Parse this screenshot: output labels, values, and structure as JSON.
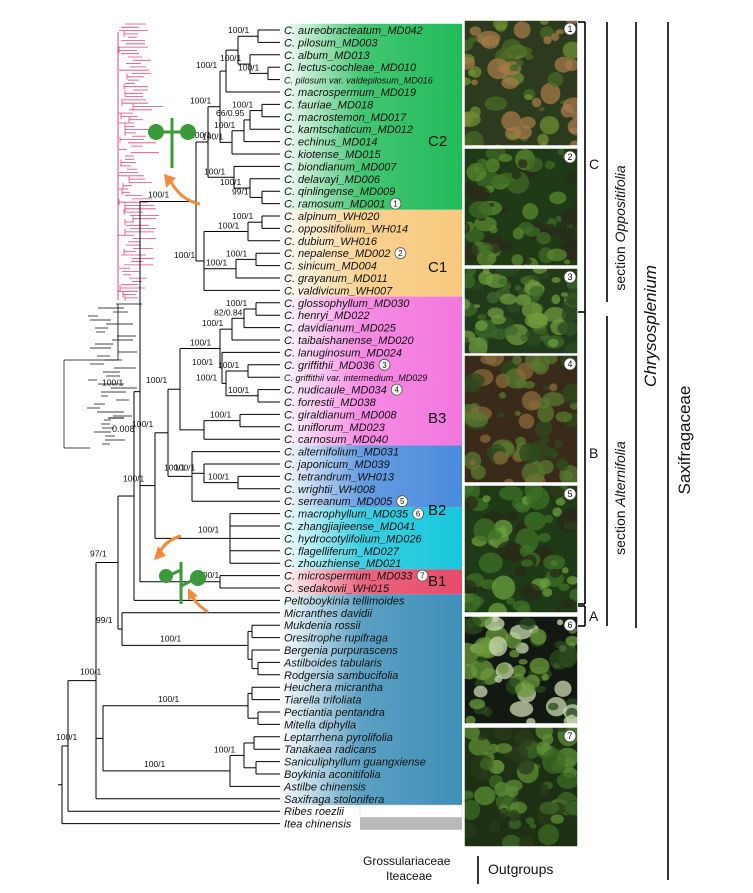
{
  "colors": {
    "C2": "#22bb5a",
    "C1": "#f7c97e",
    "B3": "#f277de",
    "B2": "#4a8bdc",
    "B1": "#18c7dc",
    "A": "#e84a6a",
    "outgroup": "#3f8fb8",
    "iteaceae": "#b9b9b9",
    "arrow": "#f28a3a",
    "plant": "#3a9a3a",
    "mini_pink": "#e0467c"
  },
  "taxa": [
    {
      "name": "C. aureobracteatum_MD042",
      "circle": ""
    },
    {
      "name": "C. pilosum_MD003",
      "circle": ""
    },
    {
      "name": "C. album_MD013",
      "circle": ""
    },
    {
      "name": "C. lectus-cochleae_MD010",
      "circle": ""
    },
    {
      "name": "C. pilosum var. valdepilosum_MD016",
      "circle": "",
      "small": true
    },
    {
      "name": "C. macrospermum_MD019",
      "circle": ""
    },
    {
      "name": "C. fauriae_MD018",
      "circle": ""
    },
    {
      "name": "C. macrostemon_MD017",
      "circle": ""
    },
    {
      "name": "C. kamtschaticum_MD012",
      "circle": ""
    },
    {
      "name": "C. echinus_MD014",
      "circle": ""
    },
    {
      "name": "C. kiotense_MD015",
      "circle": ""
    },
    {
      "name": "C. biondianum_MD007",
      "circle": ""
    },
    {
      "name": "C. delavayi_MD006",
      "circle": ""
    },
    {
      "name": "C. qinlingense_MD009",
      "circle": ""
    },
    {
      "name": "C. ramosum_MD001",
      "circle": "1"
    },
    {
      "name": "C. alpinum_WH020",
      "circle": ""
    },
    {
      "name": "C. oppositifolium_WH014",
      "circle": ""
    },
    {
      "name": "C. dubium_WH016",
      "circle": ""
    },
    {
      "name": "C. nepalense_MD002",
      "circle": "2"
    },
    {
      "name": "C. sinicum_MD004",
      "circle": ""
    },
    {
      "name": "C. grayanum_MD011",
      "circle": ""
    },
    {
      "name": "C. valdivicum_WH007",
      "circle": ""
    },
    {
      "name": "C. glossophyllum_MD030",
      "circle": ""
    },
    {
      "name": "C. henryi_MD022",
      "circle": ""
    },
    {
      "name": "C. davidianum_MD025",
      "circle": ""
    },
    {
      "name": "C. taibaishanense_MD020",
      "circle": ""
    },
    {
      "name": "C. lanuginosum_MD024",
      "circle": ""
    },
    {
      "name": "C. griffithii_MD036",
      "circle": "3"
    },
    {
      "name": "C. griffithii var. intermedium_MD029",
      "circle": "",
      "small": true
    },
    {
      "name": "C. nudicaule_MD034",
      "circle": "4"
    },
    {
      "name": "C. forrestii_MD038",
      "circle": ""
    },
    {
      "name": "C. giraldianum_MD008",
      "circle": ""
    },
    {
      "name": "C. uniflorum_MD023",
      "circle": ""
    },
    {
      "name": "C. carnosum_MD040",
      "circle": ""
    },
    {
      "name": "C. alternifolium_MD031",
      "circle": ""
    },
    {
      "name": "C. japonicum_MD039",
      "circle": ""
    },
    {
      "name": "C. tetrandrum_WH013",
      "circle": ""
    },
    {
      "name": "C. wrightii_WH008",
      "circle": ""
    },
    {
      "name": "C. serreanum_MD005",
      "circle": "5"
    },
    {
      "name": "C. macrophyllum_MD035",
      "circle": "6"
    },
    {
      "name": "C. zhangjiajieense_MD041",
      "circle": ""
    },
    {
      "name": "C. hydrocotylifolium_MD026",
      "circle": ""
    },
    {
      "name": "C. flagelliferum_MD027",
      "circle": ""
    },
    {
      "name": "C. zhouzhiense_MD021",
      "circle": ""
    },
    {
      "name": "C. microspermum_MD033",
      "circle": "7"
    },
    {
      "name": "C. sedakowii_WH015",
      "circle": ""
    },
    {
      "name": "Peltoboykinia tellimoides",
      "circle": ""
    },
    {
      "name": "Micranthes davidii",
      "circle": ""
    },
    {
      "name": "Mukdenia rossii",
      "circle": ""
    },
    {
      "name": "Oresitrophe rupifraga",
      "circle": ""
    },
    {
      "name": "Bergenia purpurascens",
      "circle": ""
    },
    {
      "name": "Astilboides tabularis",
      "circle": ""
    },
    {
      "name": "Rodgersia sambucifolia",
      "circle": ""
    },
    {
      "name": "Heuchera micrantha",
      "circle": ""
    },
    {
      "name": "Tiarella trifoliata",
      "circle": ""
    },
    {
      "name": "Pectiantia pentandra",
      "circle": ""
    },
    {
      "name": "Mitella diphylla",
      "circle": ""
    },
    {
      "name": "Leptarrhena pyrolifolia",
      "circle": ""
    },
    {
      "name": "Tanakaea radicans",
      "circle": ""
    },
    {
      "name": "Saniculiphyllum guangxiense",
      "circle": ""
    },
    {
      "name": "Boykinia aconitifolia",
      "circle": ""
    },
    {
      "name": "Astilbe chinensis",
      "circle": ""
    },
    {
      "name": "Saxifraga stolonifera",
      "circle": ""
    },
    {
      "name": "Ribes roezlii",
      "circle": ""
    },
    {
      "name": "Itea chinensis",
      "circle": ""
    }
  ],
  "clade_labels": {
    "C2": "C2",
    "C1": "C1",
    "B3": "B3",
    "B2": "B2",
    "B1": "B1"
  },
  "families": {
    "grossulariaceae": "Grossulariaceae",
    "iteaceae": "Iteaceae"
  },
  "side_labels": {
    "C": "C",
    "B": "B",
    "A": "A",
    "oppositifolia_prefix": "section ",
    "oppositifolia": "Oppositifolia",
    "alternifolia_prefix": "section ",
    "alternifolia": "Alternifolia",
    "genus": "Chrysosplenium",
    "family": "Saxifragaceae",
    "outgroups": "Outgroups"
  },
  "scale_bar": "0.008",
  "photo_numbers": [
    "1",
    "2",
    "3",
    "4",
    "5",
    "6",
    "7"
  ],
  "support": [
    {
      "id": "n_aur_pil",
      "label": "100/1"
    },
    {
      "id": "n_pil_val",
      "label": "100/1"
    },
    {
      "id": "n_alb_val",
      "label": "100/1"
    },
    {
      "id": "n_alb_mac",
      "label": "100/1"
    },
    {
      "id": "n_fau_mac",
      "label": "100/1"
    },
    {
      "id": "n_fau_kam",
      "label": "66/0.95"
    },
    {
      "id": "n_fau_ech",
      "label": "100/1"
    },
    {
      "id": "n_fau_kio",
      "label": "100/1"
    },
    {
      "id": "n_sub1",
      "label": "100/1"
    },
    {
      "id": "n_qin_ram",
      "label": "99/1"
    },
    {
      "id": "n_del_ram",
      "label": "100/1"
    },
    {
      "id": "n_bio_ram",
      "label": "100/1"
    },
    {
      "id": "n_C2",
      "label": "100/1"
    },
    {
      "id": "n_alp_opp",
      "label": "100/1"
    },
    {
      "id": "n_alp_dub",
      "label": "100/1"
    },
    {
      "id": "n_nep_sin",
      "label": "100/1"
    },
    {
      "id": "n_nep_gra",
      "label": "100/1"
    },
    {
      "id": "n_C1",
      "label": "100/1"
    },
    {
      "id": "n_C",
      "label": "100/1"
    },
    {
      "id": "n_glo_hen",
      "label": "100/1"
    },
    {
      "id": "n_glo_dav",
      "label": "82/0.84"
    },
    {
      "id": "n_glo_tai",
      "label": "100/1"
    },
    {
      "id": "n_gri_int",
      "label": "100/1"
    },
    {
      "id": "n_nud_for",
      "label": "100/1"
    },
    {
      "id": "n_gri_for",
      "label": "100/1"
    },
    {
      "id": "n_lan_for",
      "label": "100/1"
    },
    {
      "id": "n_gir_uni",
      "label": "100/1"
    },
    {
      "id": "n_B3core",
      "label": "100/1"
    },
    {
      "id": "n_B3",
      "label": "100/1"
    },
    {
      "id": "n_tet_wri",
      "label": "100/1"
    },
    {
      "id": "n_jap_wri",
      "label": "100/1"
    },
    {
      "id": "n_B2",
      "label": "100/1"
    },
    {
      "id": "n_B3B2",
      "label": "100/1"
    },
    {
      "id": "n_B1",
      "label": "100/1"
    },
    {
      "id": "n_B",
      "label": "100/1"
    },
    {
      "id": "n_A",
      "label": "100/1"
    },
    {
      "id": "n_chryso",
      "label": "100/1"
    },
    {
      "id": "n_pelto",
      "label": "97/1"
    },
    {
      "id": "n_micr",
      "label": "99/1"
    },
    {
      "id": "n_mukd",
      "label": "100/1"
    },
    {
      "id": "n_heu",
      "label": "100/1"
    },
    {
      "id": "n_inner",
      "label": "100/1"
    },
    {
      "id": "n_lep",
      "label": "100/1"
    },
    {
      "id": "n_lep_b",
      "label": "100/1"
    },
    {
      "id": "n_sax",
      "label": "100/1"
    }
  ]
}
